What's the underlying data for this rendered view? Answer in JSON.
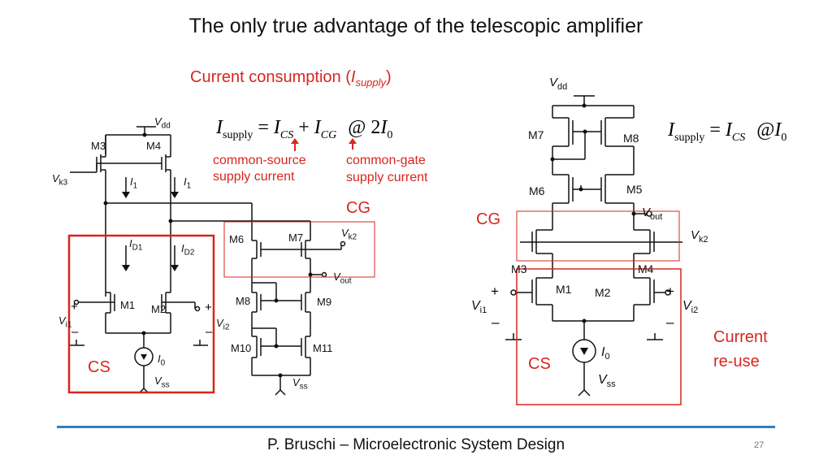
{
  "slide": {
    "title": "The only true advantage of the telescopic amplifier",
    "footer": "P. Bruschi – Microelectronic System Design",
    "page_number": "27"
  },
  "left": {
    "heading_main": "Current consumption (",
    "heading_I": "I",
    "heading_sub": "supply",
    "heading_close": ")",
    "eq": {
      "I": "I",
      "supply": "supply",
      "eq": "=",
      "I_cs": "I",
      "cs": "CS",
      "plus": "+",
      "I_cg": "I",
      "cg": "CG",
      "approx": "@ 2",
      "I0": "I",
      "zero": "0"
    },
    "annot_cs": "common-source\nsupply current",
    "annot_cg": "common-gate\nsupply current",
    "cg_label": "CG",
    "cs_label": "CS",
    "labels": {
      "vdd_V": "V",
      "vdd_sub": "dd",
      "M3": "M3",
      "M4": "M4",
      "vk3_V": "V",
      "vk3_sub": "k3",
      "I1a": "I",
      "I1a_sub": "1",
      "I1b": "I",
      "I1b_sub": "1",
      "ID1": "I",
      "ID1_sub": "D1",
      "ID2": "I",
      "ID2_sub": "D2",
      "M6": "M6",
      "M7": "M7",
      "vk2_V": "V",
      "vk2_sub": "k2",
      "vout_V": "V",
      "vout_sub": "out",
      "M8": "M8",
      "M9": "M9",
      "M10": "M10",
      "M11": "M11",
      "M1": "M1",
      "M2": "M2",
      "vi1_V": "V",
      "vi1_sub": "i1",
      "vi2_V": "V",
      "vi2_sub": "i2",
      "plus": "+",
      "minus": "–",
      "I0": "I",
      "I0_sub": "0",
      "vss_V": "V",
      "vss_sub": "ss",
      "vss2_V": "V",
      "vss2_sub": "ss"
    }
  },
  "right": {
    "eq": {
      "I": "I",
      "supply": "supply",
      "eq": "=",
      "I_cs": "I",
      "cs": "CS",
      "approx": "@",
      "I0": "I",
      "zero": "0"
    },
    "cg_label": "CG",
    "cs_label": "CS",
    "reuse": "Current\nre-use",
    "labels": {
      "vdd_V": "V",
      "vdd_sub": "dd",
      "M7": "M7",
      "M8": "M8",
      "M6": "M6",
      "M5": "M5",
      "vout_V": "V",
      "vout_sub": "out",
      "vk2_V": "V",
      "vk2_sub": "k2",
      "M3": "M3",
      "M4": "M4",
      "M1": "M1",
      "M2": "M2",
      "vi1_V": "V",
      "vi1_sub": "i1",
      "vi2_V": "V",
      "vi2_sub": "i2",
      "plus": "+",
      "minus": "–",
      "I0": "I",
      "I0_sub": "0",
      "vss_V": "V",
      "vss_sub": "ss"
    }
  }
}
